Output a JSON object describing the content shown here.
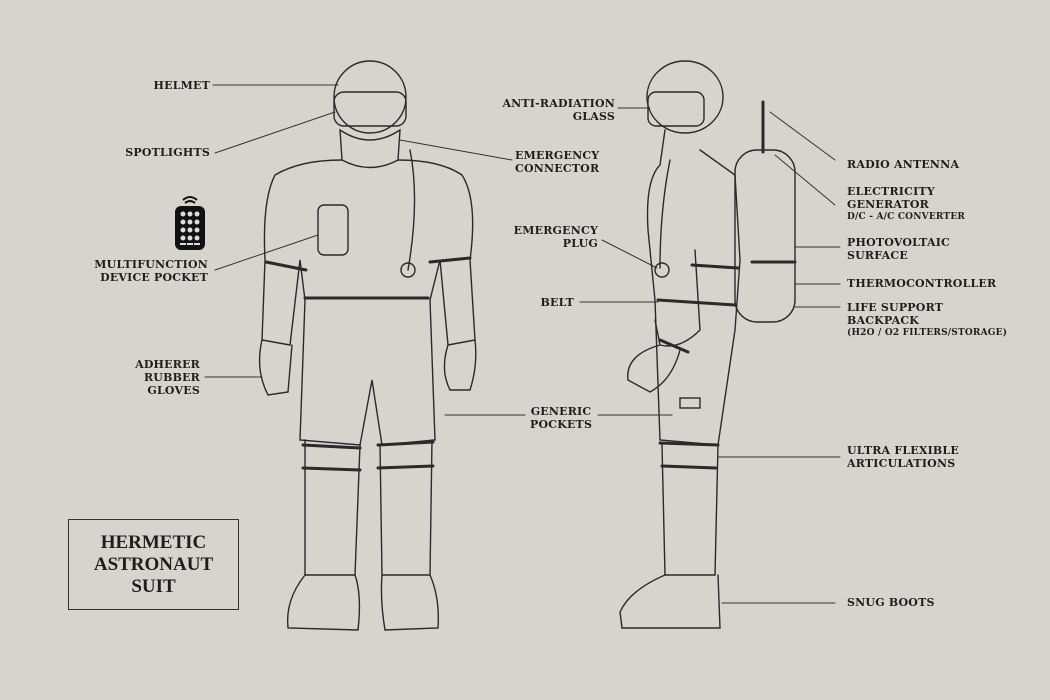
{
  "title": [
    "HERMETIC",
    "ASTRONAUT",
    "SUIT"
  ],
  "left_labels": {
    "helmet": "HELMET",
    "spotlights": "SPOTLIGHTS",
    "device_pocket": [
      "MULTIFUNCTION",
      "DEVICE POCKET"
    ],
    "gloves": [
      "ADHERER",
      "RUBBER",
      "GLOVES"
    ]
  },
  "center_labels": {
    "glass": [
      "ANTI-RADIATION",
      "GLASS"
    ],
    "connector": [
      "EMERGENCY",
      "CONNECTOR"
    ],
    "plug": [
      "EMERGENCY",
      "PLUG"
    ],
    "belt": "BELT",
    "pockets": [
      "GENERIC",
      "POCKETS"
    ]
  },
  "right_labels": {
    "antenna": "RADIO ANTENNA",
    "generator": [
      "ELECTRICITY",
      "GENERATOR"
    ],
    "generator_sub": "D/C - A/C CONVERTER",
    "photovoltaic": [
      "PHOTOVOLTAIC",
      "SURFACE"
    ],
    "thermo": "THERMOCONTROLLER",
    "backpack": [
      "LIFE SUPPORT",
      "BACKPACK"
    ],
    "backpack_sub": "(H2O / O2 FILTERS/STORAGE)",
    "articulations": [
      "ULTRA FLEXIBLE",
      "ARTICULATIONS"
    ],
    "boots": "SNUG BOOTS"
  }
}
